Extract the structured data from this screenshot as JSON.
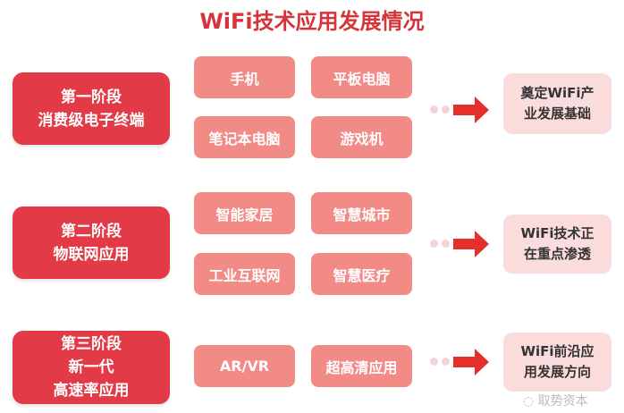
{
  "title": "WiFi技术应用发展情况",
  "rows": [
    {
      "stage": [
        "第一阶段",
        "消费级电子终端"
      ],
      "items": [
        "手机",
        "平板电脑",
        "笔记本电脑",
        "游戏机"
      ],
      "outcome": [
        "奠定WiFi产",
        "业发展基础"
      ]
    },
    {
      "stage": [
        "第二阶段",
        "物联网应用"
      ],
      "items": [
        "智能家居",
        "智慧城市",
        "工业互联网",
        "智慧医疗"
      ],
      "outcome": [
        "WiFi技术正",
        "在重点渗透"
      ]
    },
    {
      "stage": [
        "第三阶段",
        "新一代",
        "高速率应用"
      ],
      "items": [
        "AR/VR",
        "超高清应用"
      ],
      "outcome": [
        "WiFi前沿应",
        "用发展方向"
      ]
    }
  ],
  "watermark": "取势资本",
  "colors": {
    "stage": "#e23a46",
    "item": "#f28a86",
    "outcome": "#fbdcdc",
    "arrow": "#e3302c"
  }
}
